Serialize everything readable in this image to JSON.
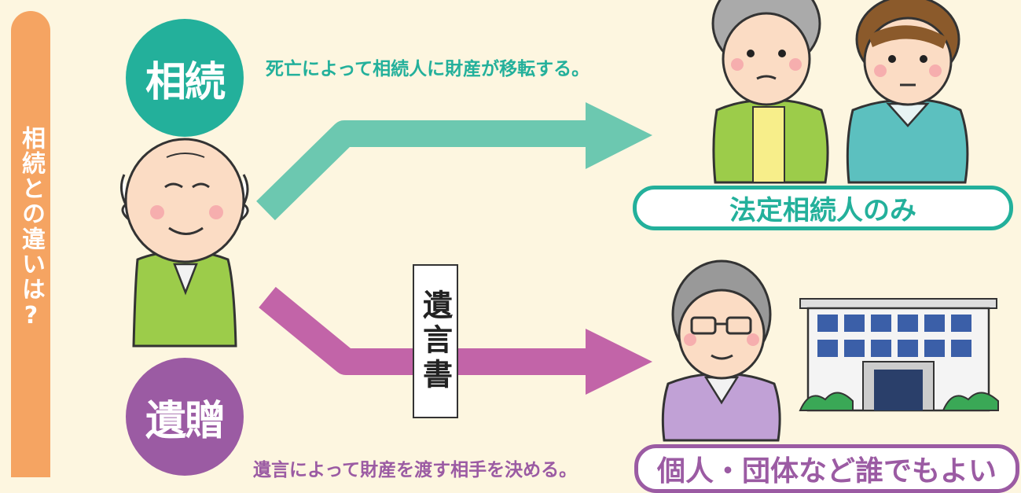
{
  "side_label": "相続との違いは?",
  "inheritance": {
    "badge": "相続",
    "description": "死亡によって相続人に財産が移転する。",
    "recipient_label": "法定相続人のみ",
    "color": "#23b09b",
    "arrow_color": "#6cc8b0"
  },
  "bequest": {
    "badge": "遺贈",
    "description": "遺言によって財産を渡す相手を決める。",
    "recipient_label": "個人・団体など誰でもよい",
    "document_label": "遺言書",
    "color": "#9b5ba3",
    "arrow_color": "#c264a8"
  },
  "accent_tab_color": "#f5a462",
  "background_color": "#fdf6e0"
}
